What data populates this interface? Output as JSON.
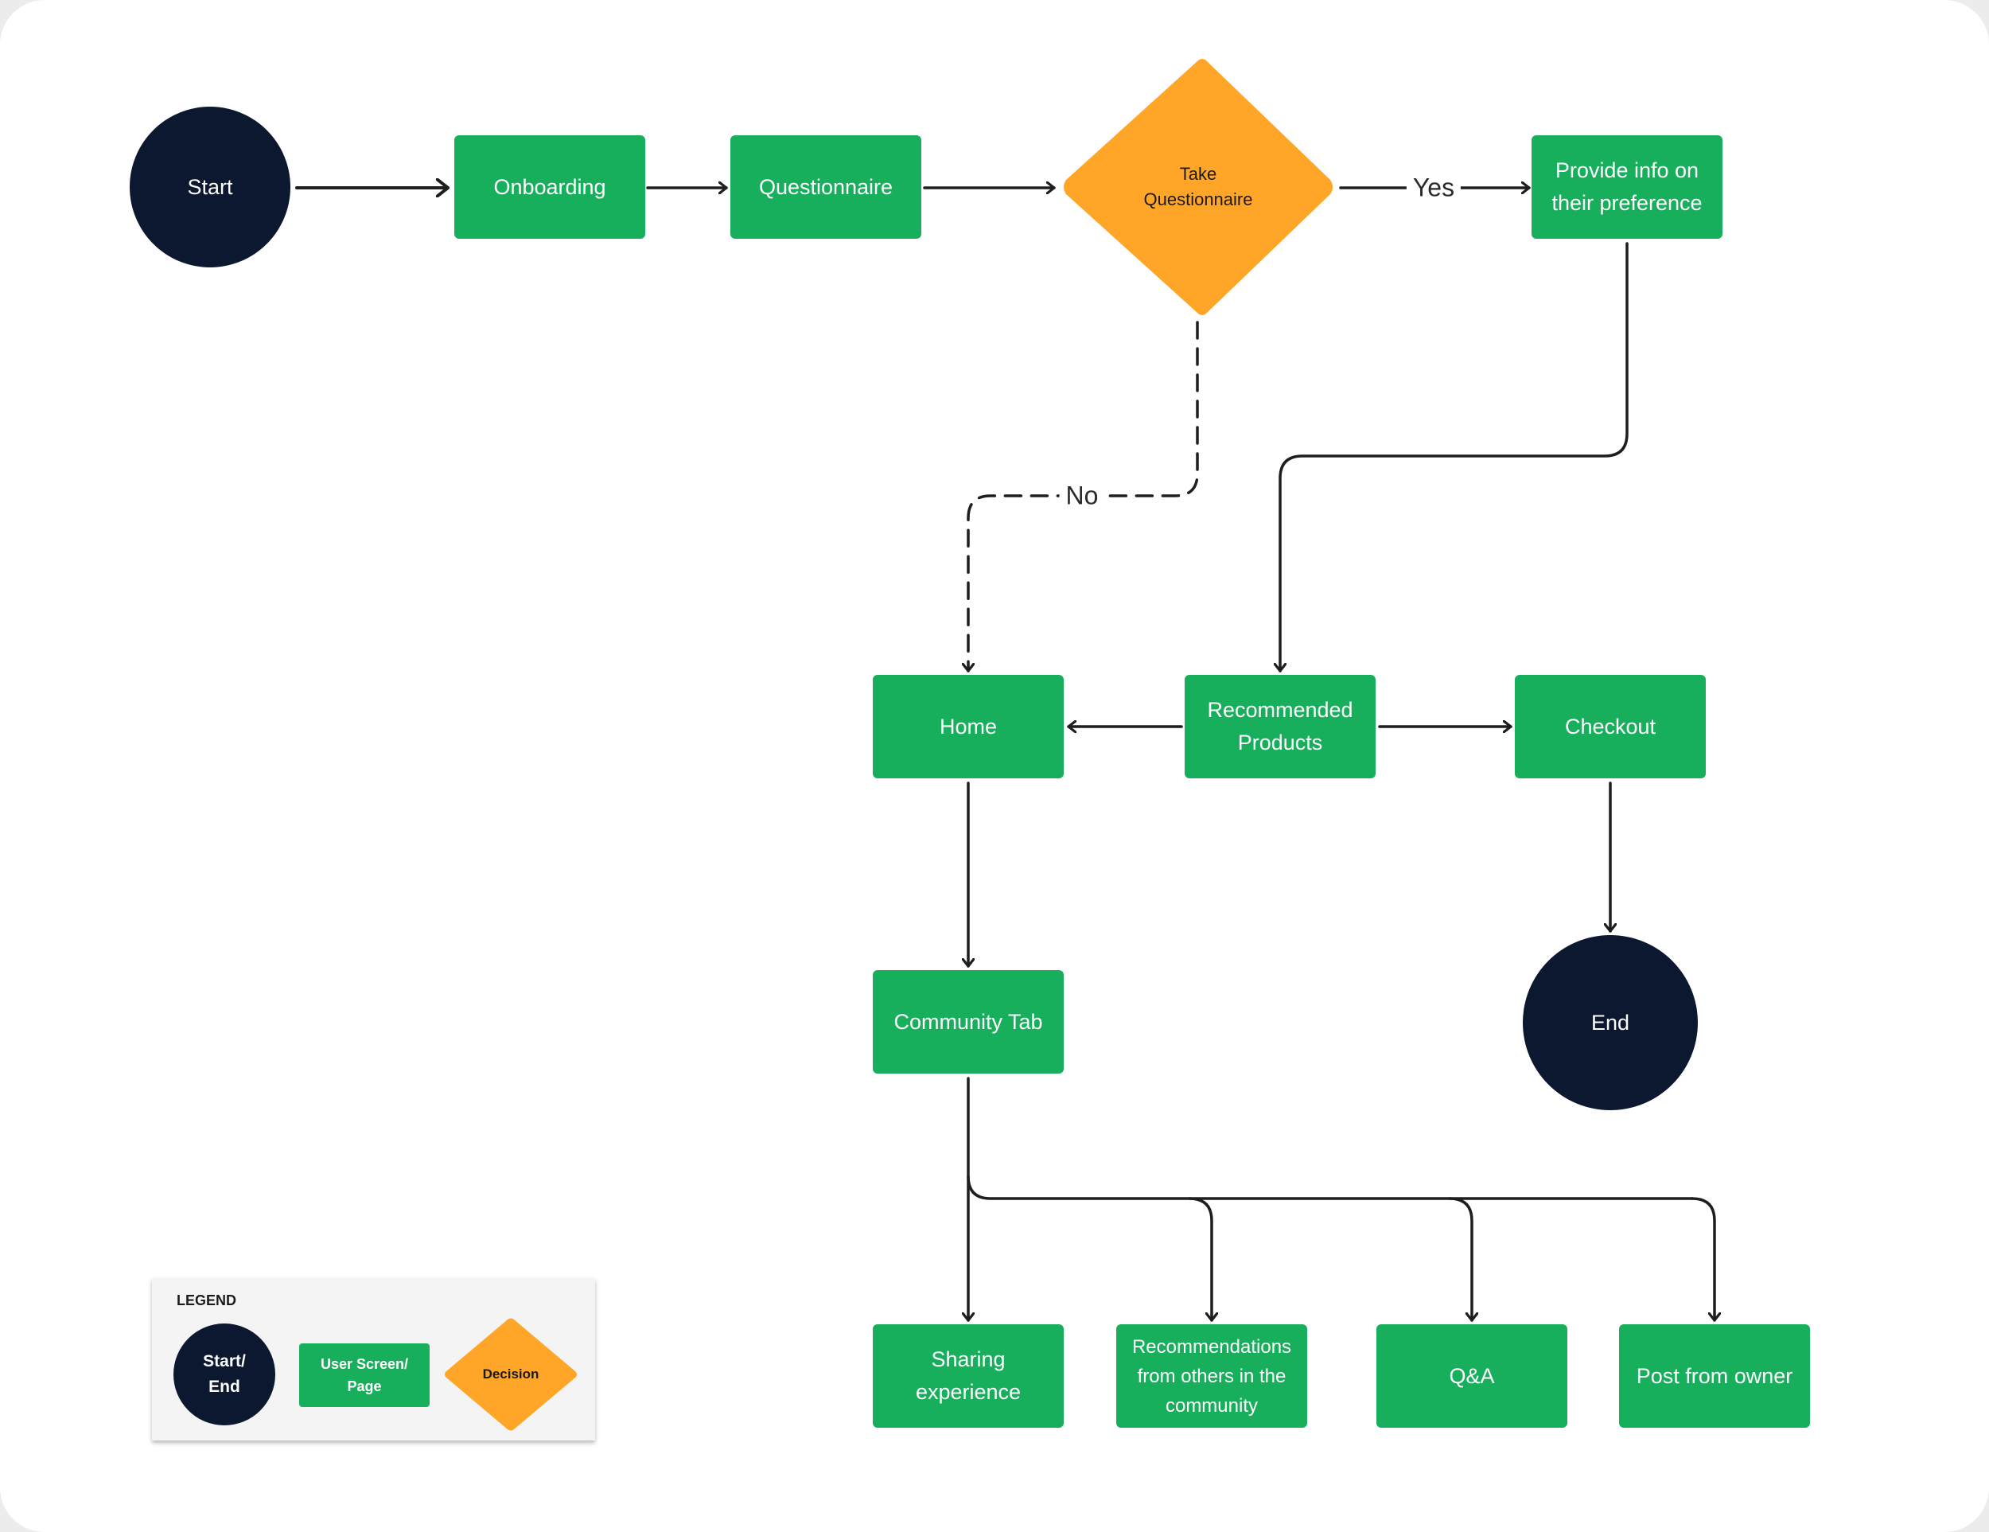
{
  "nodes": {
    "start": "Start",
    "onboarding": "Onboarding",
    "questionnaire": "Questionnaire",
    "decision": "Take\nQuestionnaire",
    "provide_info": "Provide info on\ntheir preference",
    "home": "Home",
    "recommended": "Recommended\nProducts",
    "checkout": "Checkout",
    "community": "Community Tab",
    "end": "End",
    "sharing": "Sharing\nexperience",
    "recs_community": "Recommendations\nfrom others in the\ncommunity",
    "qa": "Q&A",
    "post_owner": "Post from owner"
  },
  "edge_labels": {
    "yes": "Yes",
    "no": "No"
  },
  "legend": {
    "title": "LEGEND",
    "start_end": "Start/\nEnd",
    "screen": "User Screen/\nPage",
    "decision": "Decision"
  },
  "colors": {
    "screen_green": "#17ae5c",
    "decision_orange": "#ffa629",
    "terminal_navy": "#0b1830",
    "line": "#1e1e1e"
  }
}
